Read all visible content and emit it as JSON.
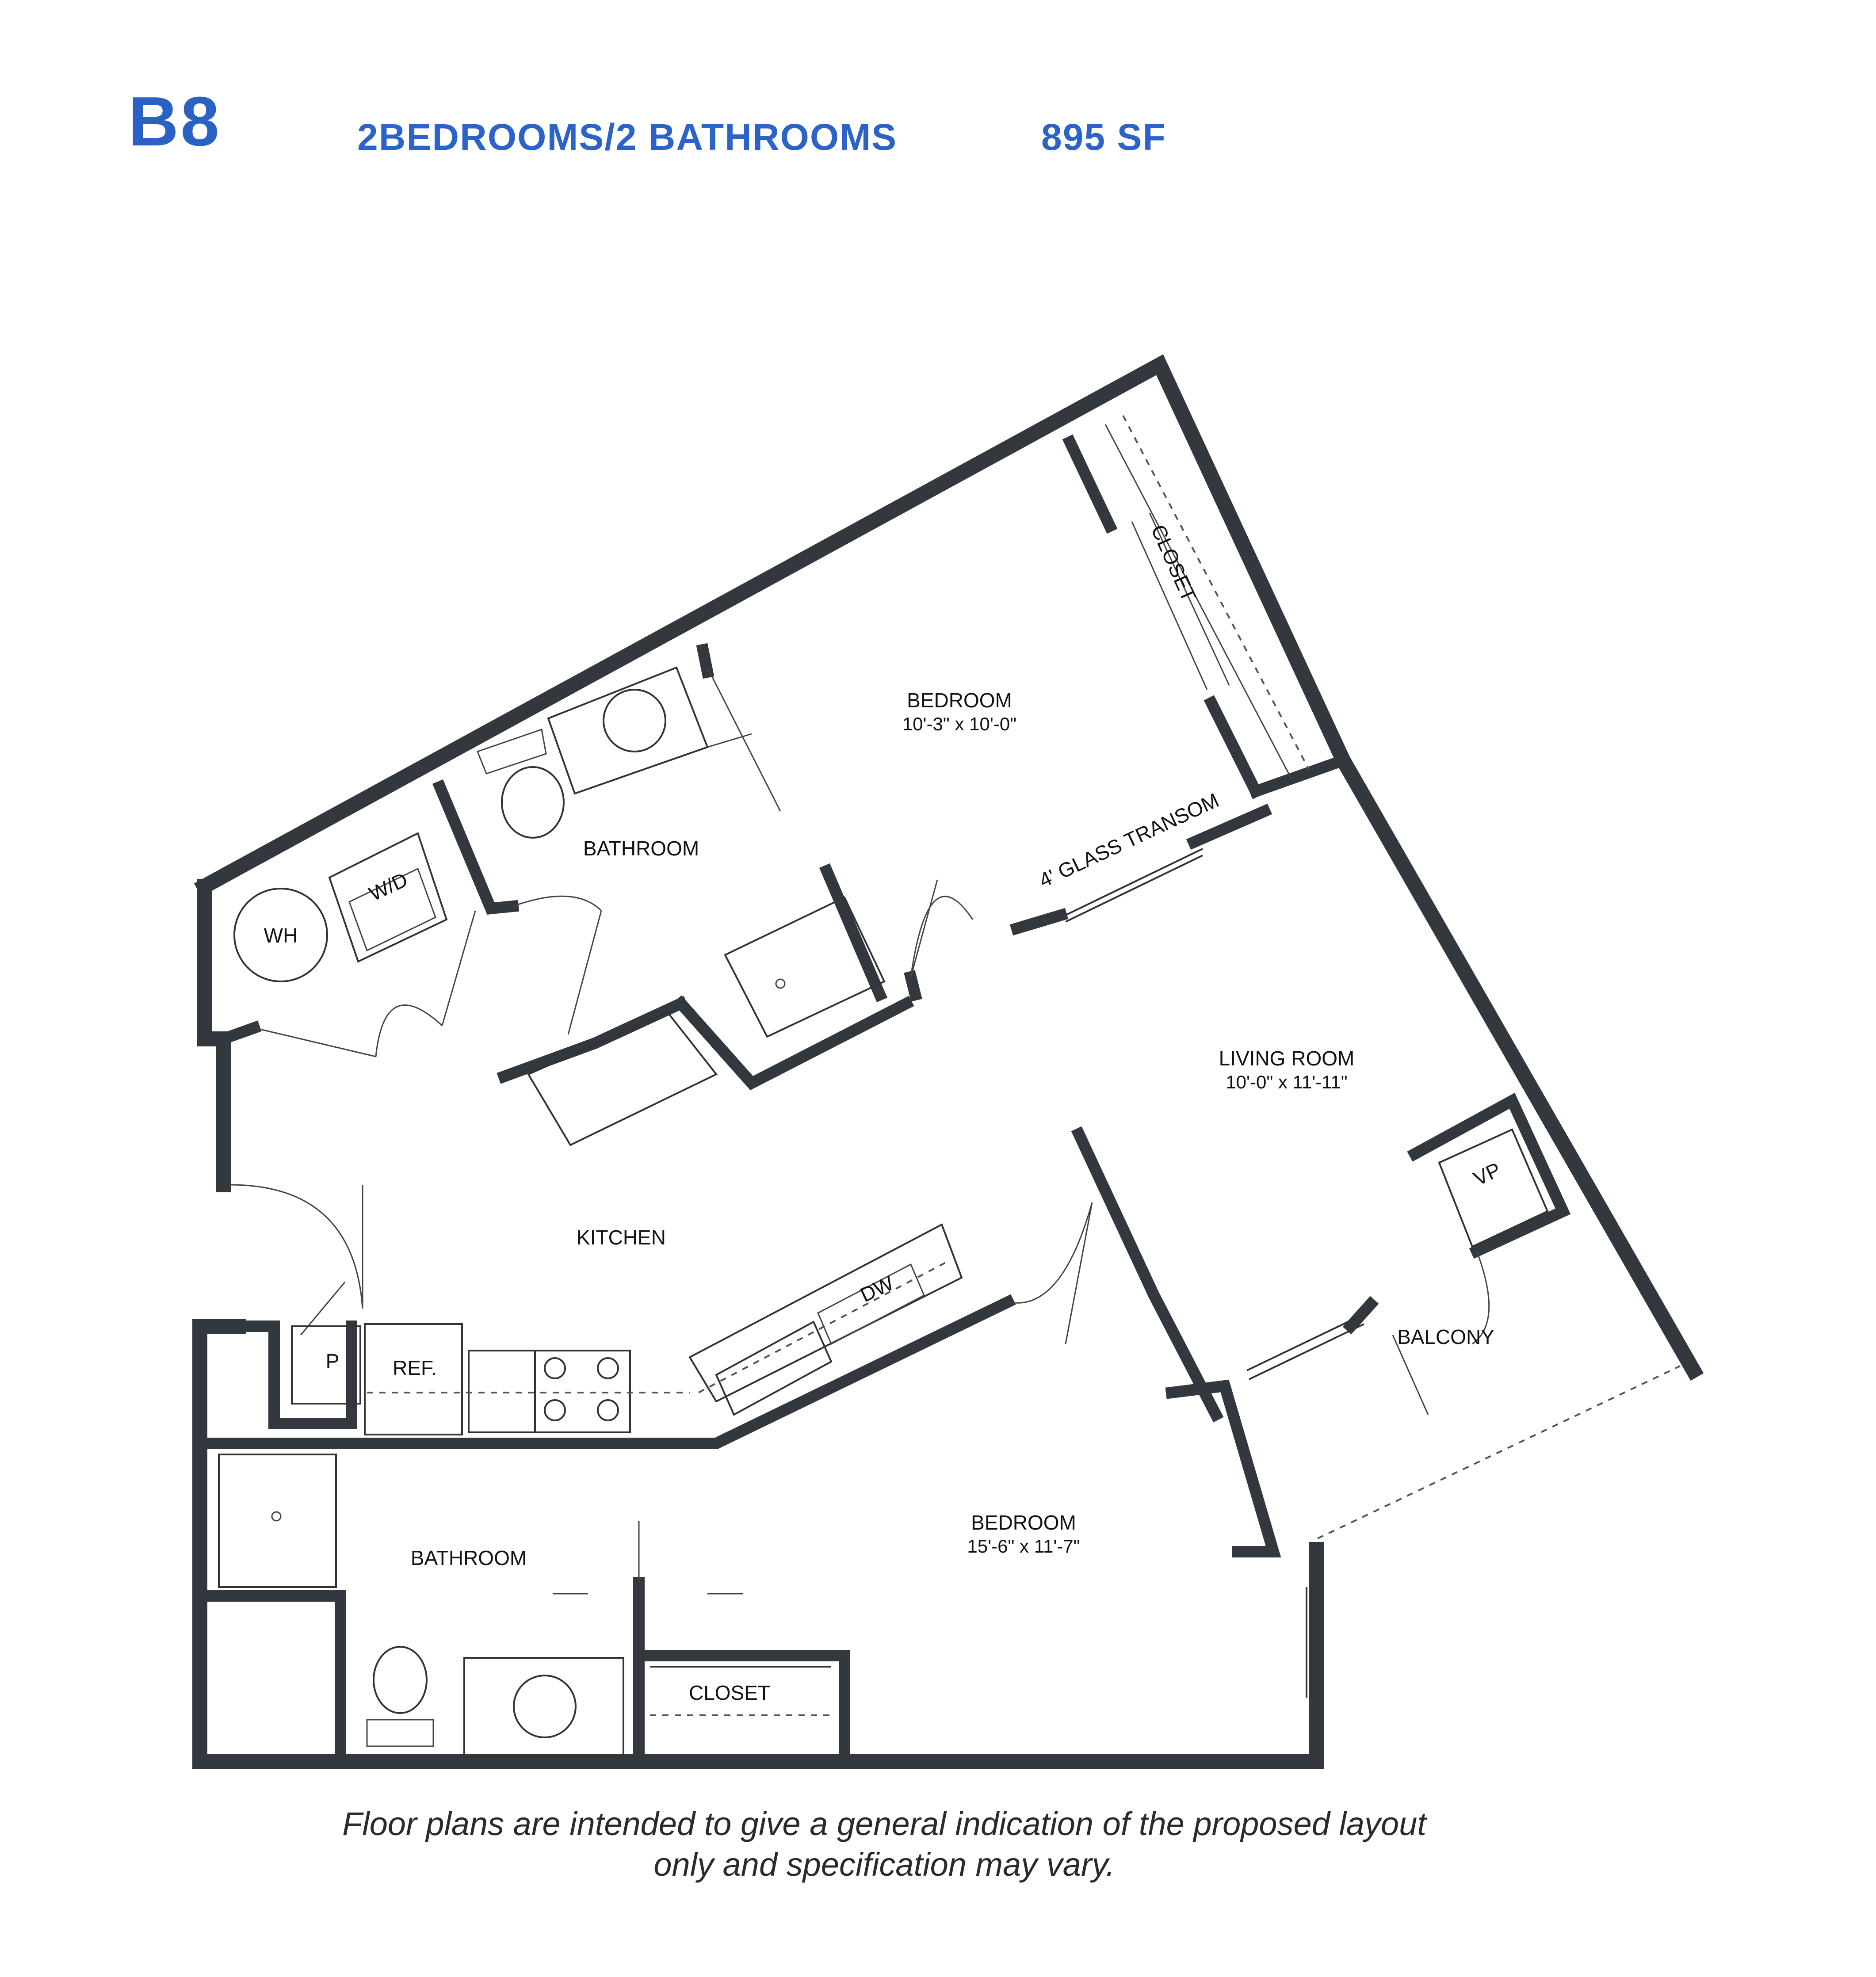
{
  "header": {
    "unit_code": "B8",
    "unit_type": "2BEDROOMS/2 BATHROOMS",
    "unit_area": "895 SF"
  },
  "rooms": {
    "bedroom_1": {
      "label": "BEDROOM",
      "dims": "10'-3\" x 10'-0\""
    },
    "bathroom_1": {
      "label": "BATHROOM"
    },
    "closet_1": {
      "label": "CLOSET"
    },
    "living_room": {
      "label": "LIVING ROOM",
      "dims": "10'-0\" x 11'-11\""
    },
    "kitchen": {
      "label": "KITCHEN"
    },
    "bedroom_2": {
      "label": "BEDROOM",
      "dims": "15'-6\" x 11'-7\""
    },
    "bathroom_2": {
      "label": "BATHROOM"
    },
    "closet_2": {
      "label": "CLOSET"
    },
    "balcony": {
      "label": "BALCONY"
    }
  },
  "fixtures": {
    "glass_transom": "4' GLASS TRANSOM",
    "water_heater": "WH",
    "washer_dryer": "W/D",
    "pantry": "P",
    "refrigerator": "REF.",
    "dishwasher": "DW",
    "vp": "VP"
  },
  "colors": {
    "wall": "#33383f",
    "heading": "#2b63c9"
  },
  "disclaimer": {
    "line_1": "Floor plans are intended to give a general indication of the proposed layout",
    "line_2": "only and specification may vary."
  }
}
